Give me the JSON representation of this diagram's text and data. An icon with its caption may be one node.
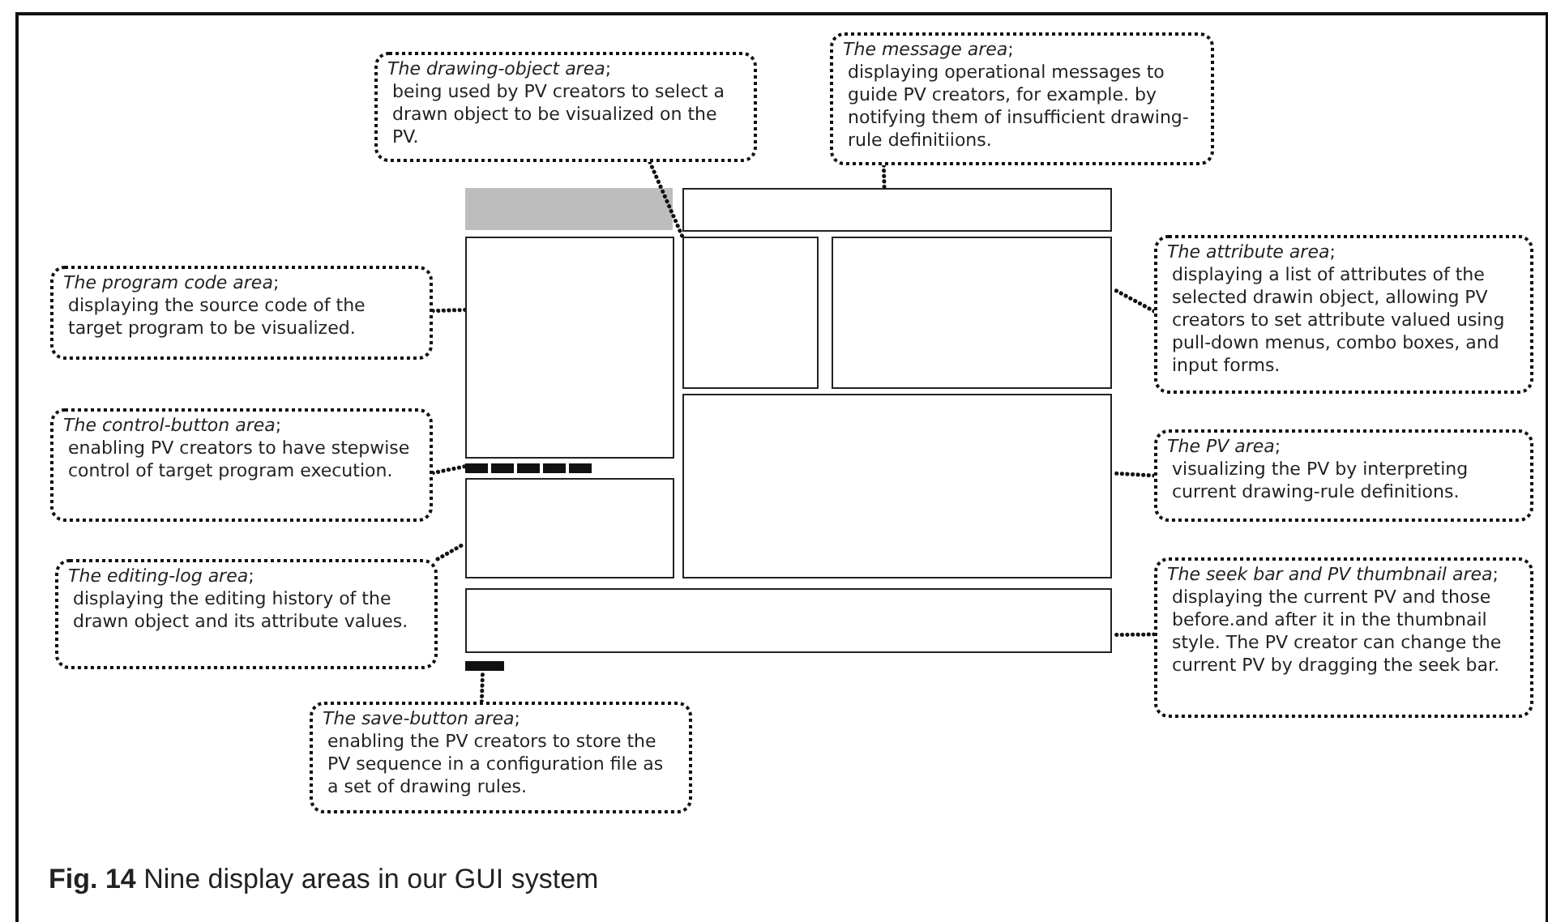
{
  "diagram": {
    "caption": "**Fig. 14** Nine display areas in our GUI system",
    "nodes": [
      {
        "text": [
          "*The drawing-object area*;",
          "being used by PV creators to select a drawn object to be visualized on the PV."
        ]
      },
      {
        "text": [
          "*The message area*;",
          "displaying operational messages to guide PV creators, for example. by notifying them of insufficient drawing-rule definitiions."
        ]
      },
      {
        "text": [],
        "shape": "box"
      },
      {
        "text": [
          "*The program code area*;",
          "displaying the source code of the target program to be visualized."
        ]
      },
      {
        "text": [],
        "shape": "box"
      },
      {
        "text": [],
        "shape": "box"
      },
      {
        "text": [],
        "shape": "box"
      },
      {
        "text": [
          "*The attribute area*;",
          "displaying a list of attributes of the selected drawin object, allowing PV creators to set attribute valued using pull-down menus, combo boxes, and input forms."
        ]
      },
      {
        "text": [
          "*The control-button area*;",
          "enabling PV creators to have stepwise control of target program execution."
        ]
      },
      {
        "text": [],
        "shape": "bar"
      },
      {
        "text": [],
        "shape": "box"
      },
      {
        "text": [
          "*The PV area*;",
          "visualizing the PV by interpreting current drawing-rule definitions."
        ]
      },
      {
        "text": [
          "*The editing-log area*;",
          "displaying the editing history of the drawn object and its attribute values."
        ]
      },
      {
        "text": [],
        "shape": "box"
      },
      {
        "text": [],
        "shape": "box"
      },
      {
        "text": [
          "*The seek bar and PV thumbnail area*;",
          "displaying the current PV and those before.and after it in the thumbnail style. The PV creator can change the current PV by dragging the seek bar."
        ]
      },
      {
        "text": [],
        "shape": "bar"
      },
      {
        "text": [
          "*The save-button area*;",
          "enabling the PV creators to store the PV sequence in a configuration file as a set of drawing rules."
        ]
      }
    ],
    "edges": [
      {
        "from": 0,
        "to": 5,
        "arrow": "none"
      },
      {
        "from": 1,
        "to": 2,
        "arrow": "none"
      },
      {
        "from": 3,
        "to": 4,
        "arrow": "none"
      },
      {
        "from": 7,
        "to": 6,
        "arrow": "none"
      },
      {
        "from": 8,
        "to": 9,
        "arrow": "none"
      },
      {
        "from": 11,
        "to": 10,
        "arrow": "none"
      },
      {
        "from": 12,
        "to": 13,
        "arrow": "none"
      },
      {
        "from": 15,
        "to": 14,
        "arrow": "none"
      },
      {
        "from": 17,
        "to": 16,
        "arrow": "none"
      }
    ]
  }
}
